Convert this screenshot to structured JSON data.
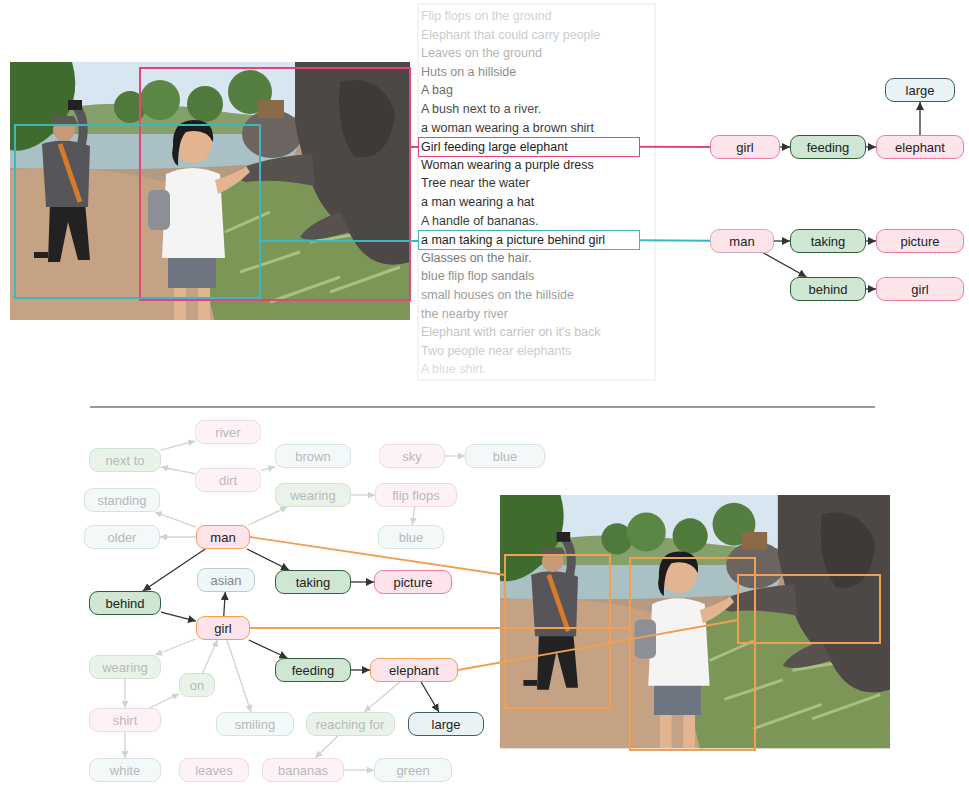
{
  "diagram": {
    "nodes": [
      {
        "text": [
          "Girl feeding large elephant"
        ]
      },
      {
        "text": [
          "a man taking a picture behind girl"
        ]
      },
      {
        "text": [
          "large"
        ]
      },
      {
        "text": [
          "girl"
        ]
      },
      {
        "text": [
          "feeding"
        ]
      },
      {
        "text": [
          "elephant"
        ]
      },
      {
        "text": [
          "man"
        ]
      },
      {
        "text": [
          "taking"
        ]
      },
      {
        "text": [
          "picture"
        ]
      },
      {
        "text": [
          "behind"
        ]
      },
      {
        "text": [
          "girl"
        ]
      },
      {
        "text": [
          "river"
        ]
      },
      {
        "text": [
          "next to"
        ]
      },
      {
        "text": [
          "dirt"
        ]
      },
      {
        "text": [
          "brown"
        ]
      },
      {
        "text": [
          "sky"
        ]
      },
      {
        "text": [
          "blue"
        ]
      },
      {
        "text": [
          "standing"
        ]
      },
      {
        "text": [
          "wearing"
        ]
      },
      {
        "text": [
          "flip flops"
        ]
      },
      {
        "text": [
          "older"
        ]
      },
      {
        "text": [
          "man"
        ]
      },
      {
        "text": [
          "blue"
        ]
      },
      {
        "text": [
          "asian"
        ]
      },
      {
        "text": [
          "taking"
        ]
      },
      {
        "text": [
          "picture"
        ]
      },
      {
        "text": [
          "behind"
        ]
      },
      {
        "text": [
          "girl"
        ]
      },
      {
        "text": [
          "wearing"
        ]
      },
      {
        "text": [
          "on"
        ]
      },
      {
        "text": [
          "feeding"
        ]
      },
      {
        "text": [
          "elephant"
        ]
      },
      {
        "text": [
          "shirt"
        ]
      },
      {
        "text": [
          "smiling"
        ]
      },
      {
        "text": [
          "reaching for"
        ]
      },
      {
        "text": [
          "large"
        ]
      },
      {
        "text": [
          "white"
        ]
      },
      {
        "text": [
          "leaves"
        ]
      },
      {
        "text": [
          "bananas"
        ]
      },
      {
        "text": [
          "green"
        ]
      }
    ],
    "edges": [
      {
        "from": 0,
        "to": 3,
        "arrow": "none"
      },
      {
        "from": 1,
        "to": 6,
        "arrow": "none"
      },
      {
        "from": 3,
        "to": 4,
        "arrow": "to"
      },
      {
        "from": 4,
        "to": 5,
        "arrow": "to"
      },
      {
        "from": 5,
        "to": 2,
        "arrow": "to"
      },
      {
        "from": 6,
        "to": 7,
        "arrow": "to"
      },
      {
        "from": 7,
        "to": 8,
        "arrow": "to"
      },
      {
        "from": 6,
        "to": 9,
        "arrow": "to"
      },
      {
        "from": 9,
        "to": 10,
        "arrow": "to"
      },
      {
        "from": 13,
        "to": 12,
        "arrow": "to"
      },
      {
        "from": 12,
        "to": 11,
        "arrow": "to"
      },
      {
        "from": 13,
        "to": 14,
        "arrow": "to"
      },
      {
        "from": 15,
        "to": 16,
        "arrow": "to"
      },
      {
        "from": 21,
        "to": 17,
        "arrow": "to"
      },
      {
        "from": 21,
        "to": 20,
        "arrow": "to"
      },
      {
        "from": 21,
        "to": 18,
        "arrow": "to"
      },
      {
        "from": 18,
        "to": 19,
        "arrow": "to"
      },
      {
        "from": 19,
        "to": 22,
        "arrow": "to"
      },
      {
        "from": 21,
        "to": 24,
        "arrow": "to"
      },
      {
        "from": 24,
        "to": 25,
        "arrow": "to"
      },
      {
        "from": 21,
        "to": 26,
        "arrow": "to"
      },
      {
        "from": 26,
        "to": 27,
        "arrow": "to"
      },
      {
        "from": 27,
        "to": 23,
        "arrow": "to"
      },
      {
        "from": 27,
        "to": 28,
        "arrow": "to"
      },
      {
        "from": 28,
        "to": 32,
        "arrow": "to"
      },
      {
        "from": 32,
        "to": 29,
        "arrow": "to"
      },
      {
        "from": 29,
        "to": 27,
        "arrow": "to"
      },
      {
        "from": 32,
        "to": 36,
        "arrow": "to"
      },
      {
        "from": 27,
        "to": 33,
        "arrow": "to"
      },
      {
        "from": 27,
        "to": 30,
        "arrow": "to"
      },
      {
        "from": 30,
        "to": 31,
        "arrow": "to"
      },
      {
        "from": 31,
        "to": 35,
        "arrow": "to"
      },
      {
        "from": 31,
        "to": 34,
        "arrow": "to"
      },
      {
        "from": 34,
        "to": 38,
        "arrow": "to"
      },
      {
        "from": 38,
        "to": 39,
        "arrow": "to"
      }
    ],
    "labels": [
      "Flip flops on the ground",
      "Elephant that could carry people",
      "Leaves on the ground",
      "Huts on a hillside",
      "A bag",
      "A bush next to a river.",
      "a woman wearing a brown shirt",
      "Woman wearing a purple dress",
      "Tree near the water",
      "a man wearing a hat",
      "A handle of bananas.",
      "Glasses on the hair.",
      "blue flip flop sandals",
      "small houses on the hillside",
      "the nearby river",
      "Elephant with carrier on it's back",
      "Two people near elephants",
      "A blue shirt."
    ]
  }
}
